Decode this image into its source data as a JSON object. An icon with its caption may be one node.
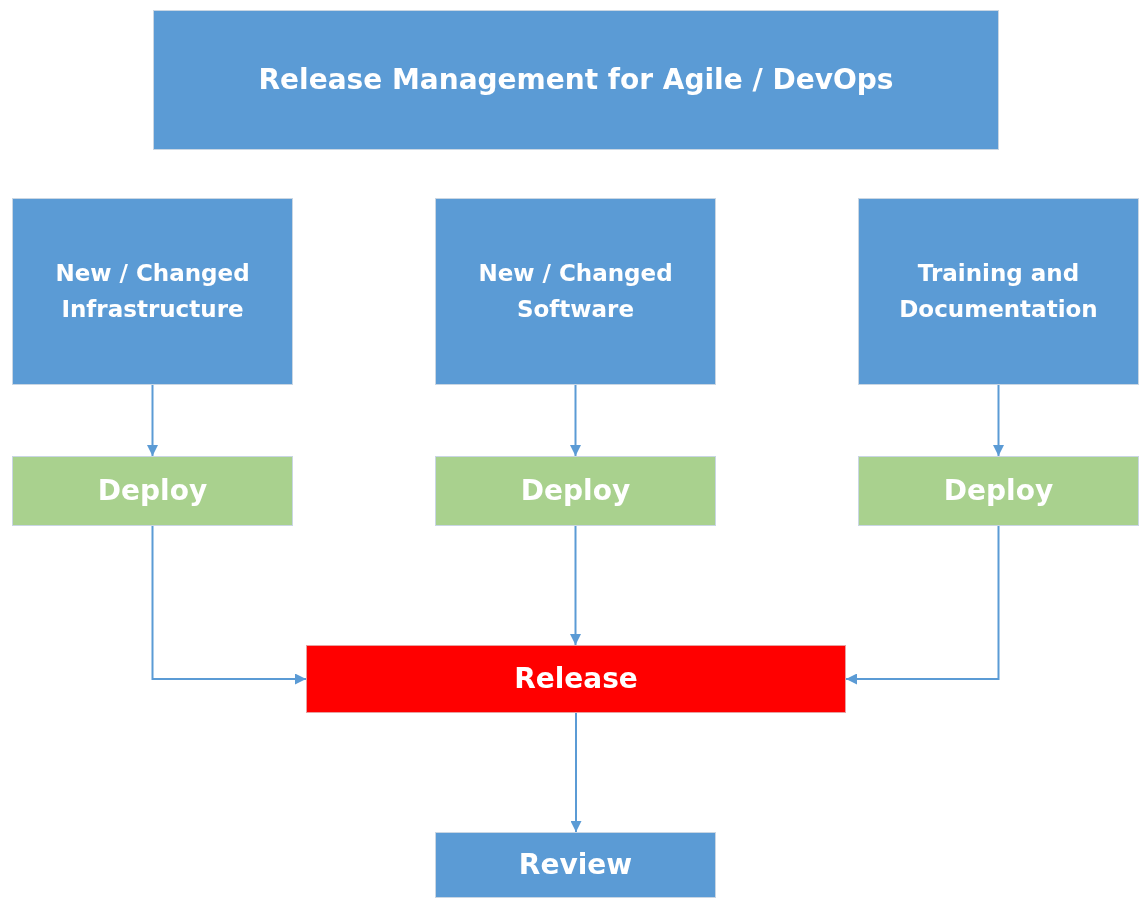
{
  "diagram": {
    "nodes": [
      {
        "text": [
          "Release Management for Agile / DevOps"
        ]
      },
      {
        "text": [
          "New / Changed Infrastructure"
        ]
      },
      {
        "text": [
          "New / Changed Software"
        ]
      },
      {
        "text": [
          "Training and Documentation"
        ]
      },
      {
        "text": [
          "Deploy"
        ]
      },
      {
        "text": [
          "Deploy"
        ]
      },
      {
        "text": [
          "Deploy"
        ]
      },
      {
        "text": [
          "Release"
        ]
      },
      {
        "text": [
          "Review"
        ]
      }
    ],
    "edges": [
      {
        "from": 1,
        "to": 4,
        "arrow": "to"
      },
      {
        "from": 2,
        "to": 5,
        "arrow": "to"
      },
      {
        "from": 3,
        "to": 6,
        "arrow": "to"
      },
      {
        "from": 4,
        "to": 7,
        "arrow": "to"
      },
      {
        "from": 5,
        "to": 7,
        "arrow": "to"
      },
      {
        "from": 6,
        "to": 7,
        "arrow": "to"
      },
      {
        "from": 7,
        "to": 8,
        "arrow": "to"
      }
    ]
  }
}
